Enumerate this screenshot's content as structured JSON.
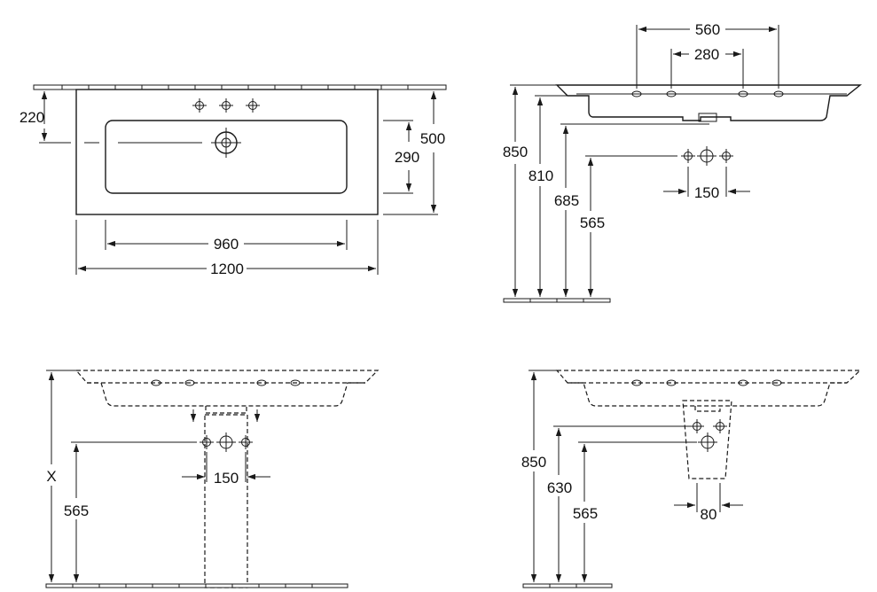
{
  "colors": {
    "line": "#1a1a1a",
    "background": "#ffffff"
  },
  "top_view": {
    "width_outer": "1200",
    "width_basin": "960",
    "depth_outer": "500",
    "depth_basin": "290",
    "tap_offset": "220"
  },
  "side_view": {
    "tap_spacing_outer": "560",
    "tap_spacing_inner": "280",
    "height_rim": "850",
    "height_underside": "810",
    "height_waste": "685",
    "height_supply": "565",
    "supply_spacing": "150"
  },
  "front_view_pedestal": {
    "height_variable": "X",
    "height_supply": "565",
    "supply_spacing": "150"
  },
  "front_view_halfpedestal": {
    "height_rim": "850",
    "height_waste": "630",
    "height_supply": "565",
    "supply_spacing": "80"
  }
}
